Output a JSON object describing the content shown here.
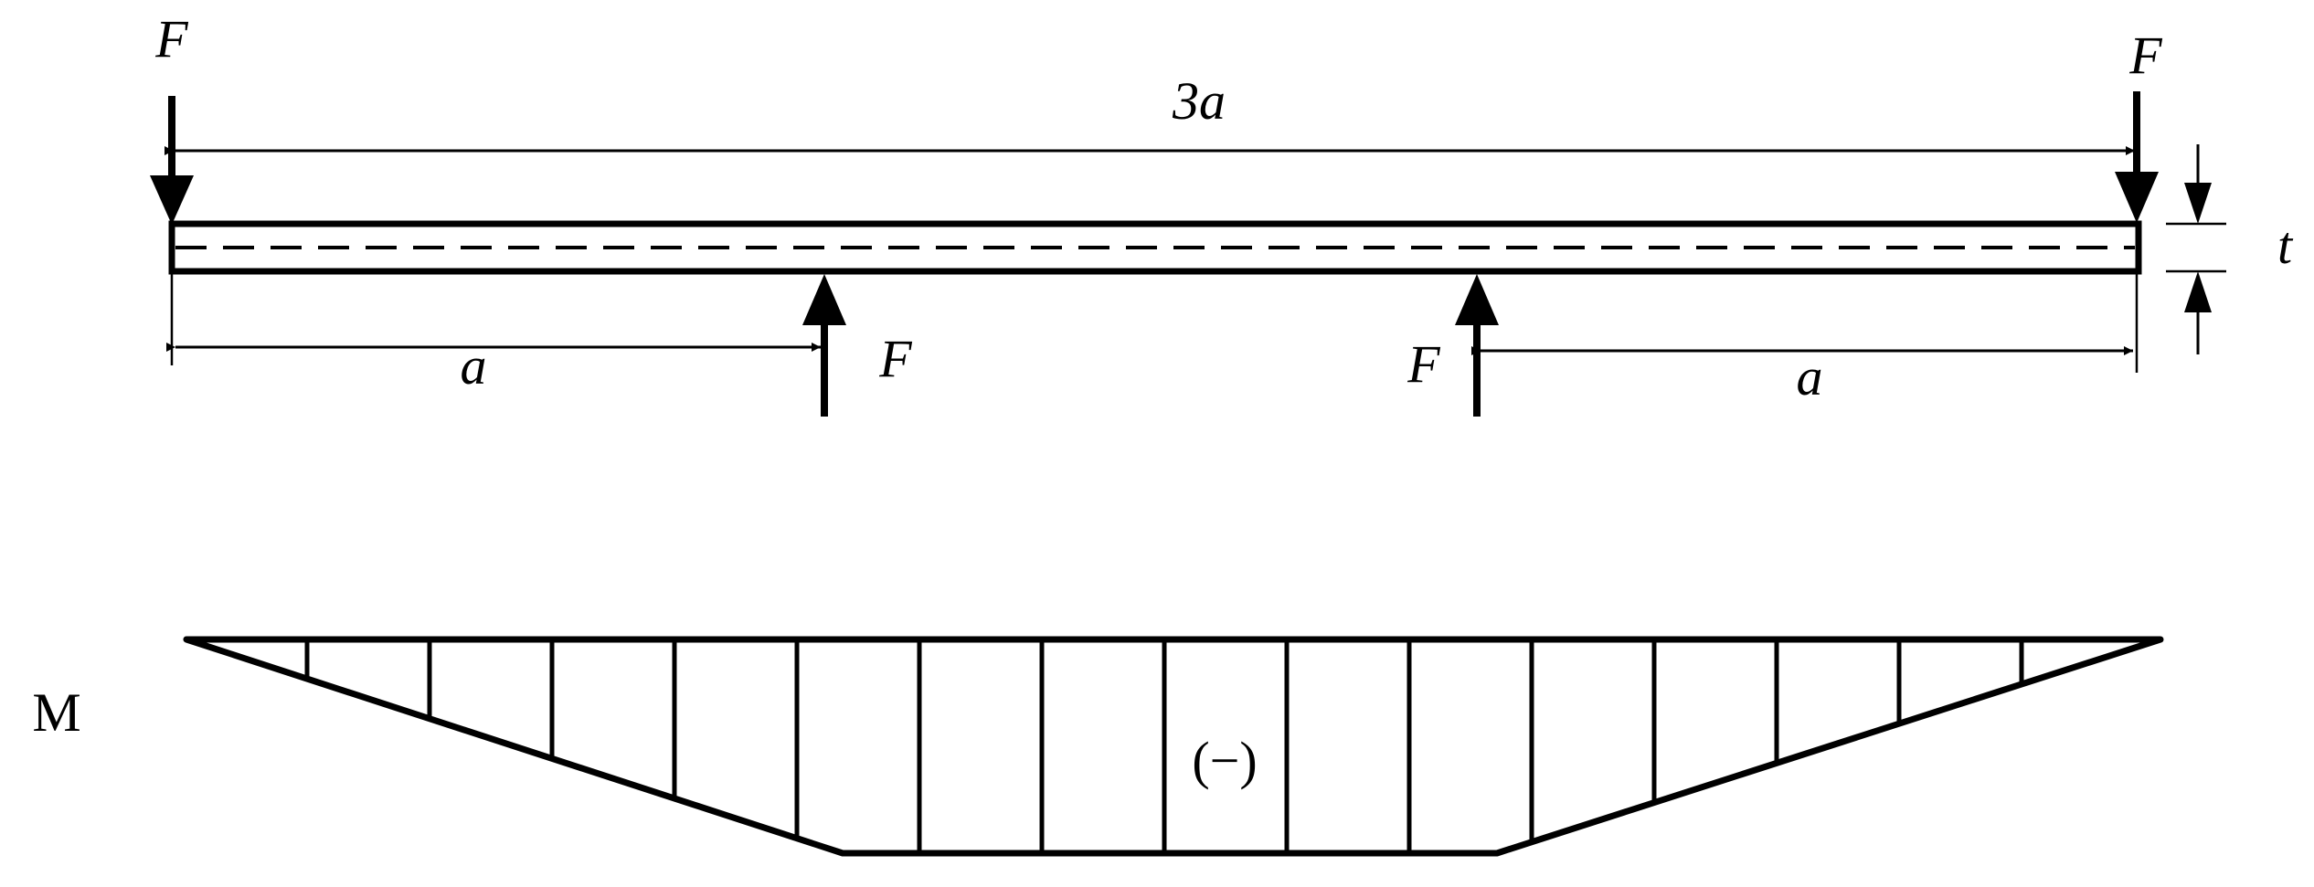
{
  "beam": {
    "force_label": "F",
    "total_length_label": "3a",
    "segment_length_label": "a",
    "thickness_label": "t"
  },
  "moment_diagram": {
    "axis_label": "M",
    "sign_label": "(−)"
  },
  "colors": {
    "ink": "#000000",
    "background": "#ffffff"
  }
}
